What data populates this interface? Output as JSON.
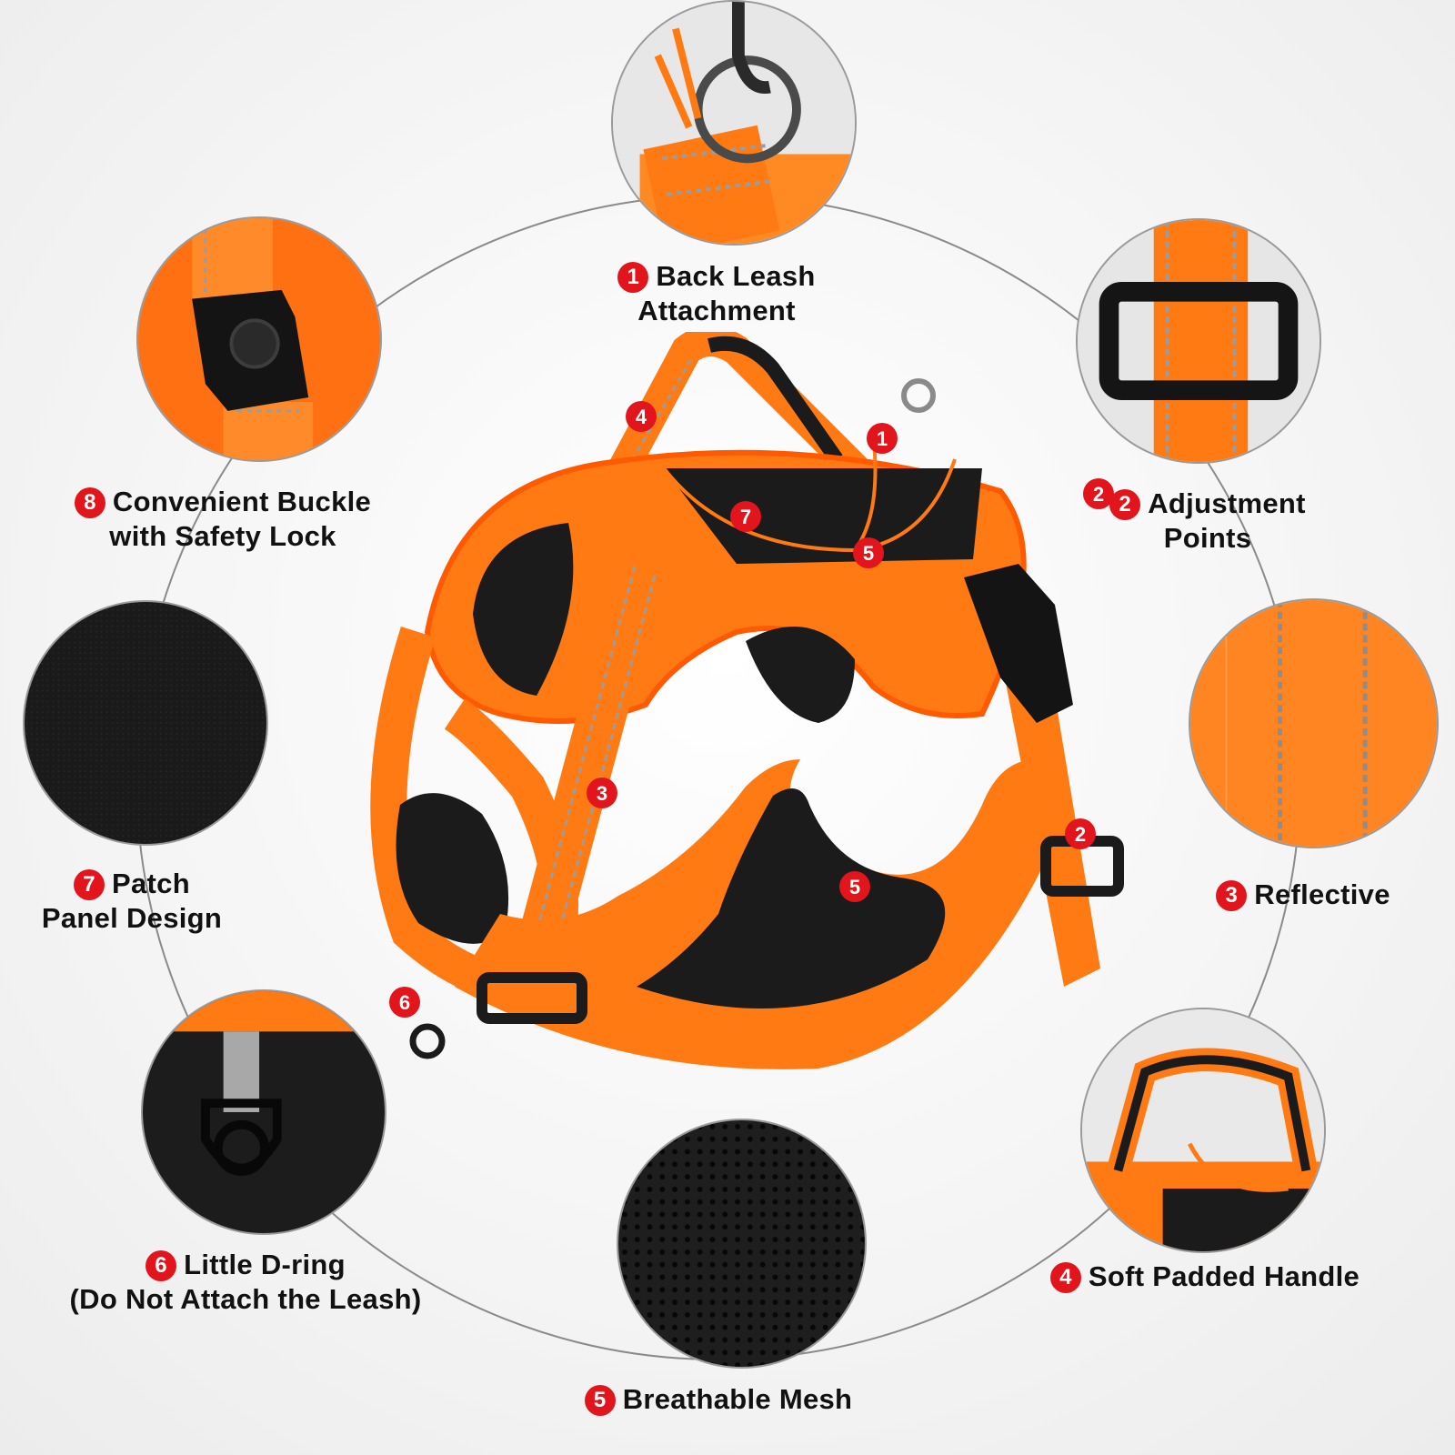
{
  "colors": {
    "harness_orange": "#ff7a12",
    "harness_dark": "#1b1b1b",
    "badge_red": "#e1151b",
    "reflective_gray": "#9c9c9c",
    "ring_line": "#8a8a8a"
  },
  "features": [
    {
      "number": "1",
      "label_lines": [
        "Back Leash",
        "Attachment"
      ],
      "image": "leash-ring-closeup"
    },
    {
      "number": "2",
      "label_lines": [
        "Adjustment",
        "Points"
      ],
      "image": "adjustment-slider-closeup"
    },
    {
      "number": "3",
      "label_lines": [
        "Reflective"
      ],
      "image": "reflective-strap-closeup"
    },
    {
      "number": "4",
      "label_lines": [
        "Soft Padded Handle"
      ],
      "image": "padded-handle-closeup"
    },
    {
      "number": "5",
      "label_lines": [
        "Breathable Mesh"
      ],
      "image": "mesh-closeup"
    },
    {
      "number": "6",
      "label_lines": [
        "Little D-ring",
        "(Do Not Attach the Leash)"
      ],
      "image": "small-dring-closeup"
    },
    {
      "number": "7",
      "label_lines": [
        "Patch",
        "Panel Design"
      ],
      "image": "patch-panel-closeup"
    },
    {
      "number": "8",
      "label_lines": [
        "Convenient Buckle",
        "with Safety Lock"
      ],
      "image": "buckle-closeup"
    }
  ],
  "harness_markers": [
    "4",
    "1",
    "7",
    "5",
    "2",
    "3",
    "5",
    "2",
    "6"
  ]
}
